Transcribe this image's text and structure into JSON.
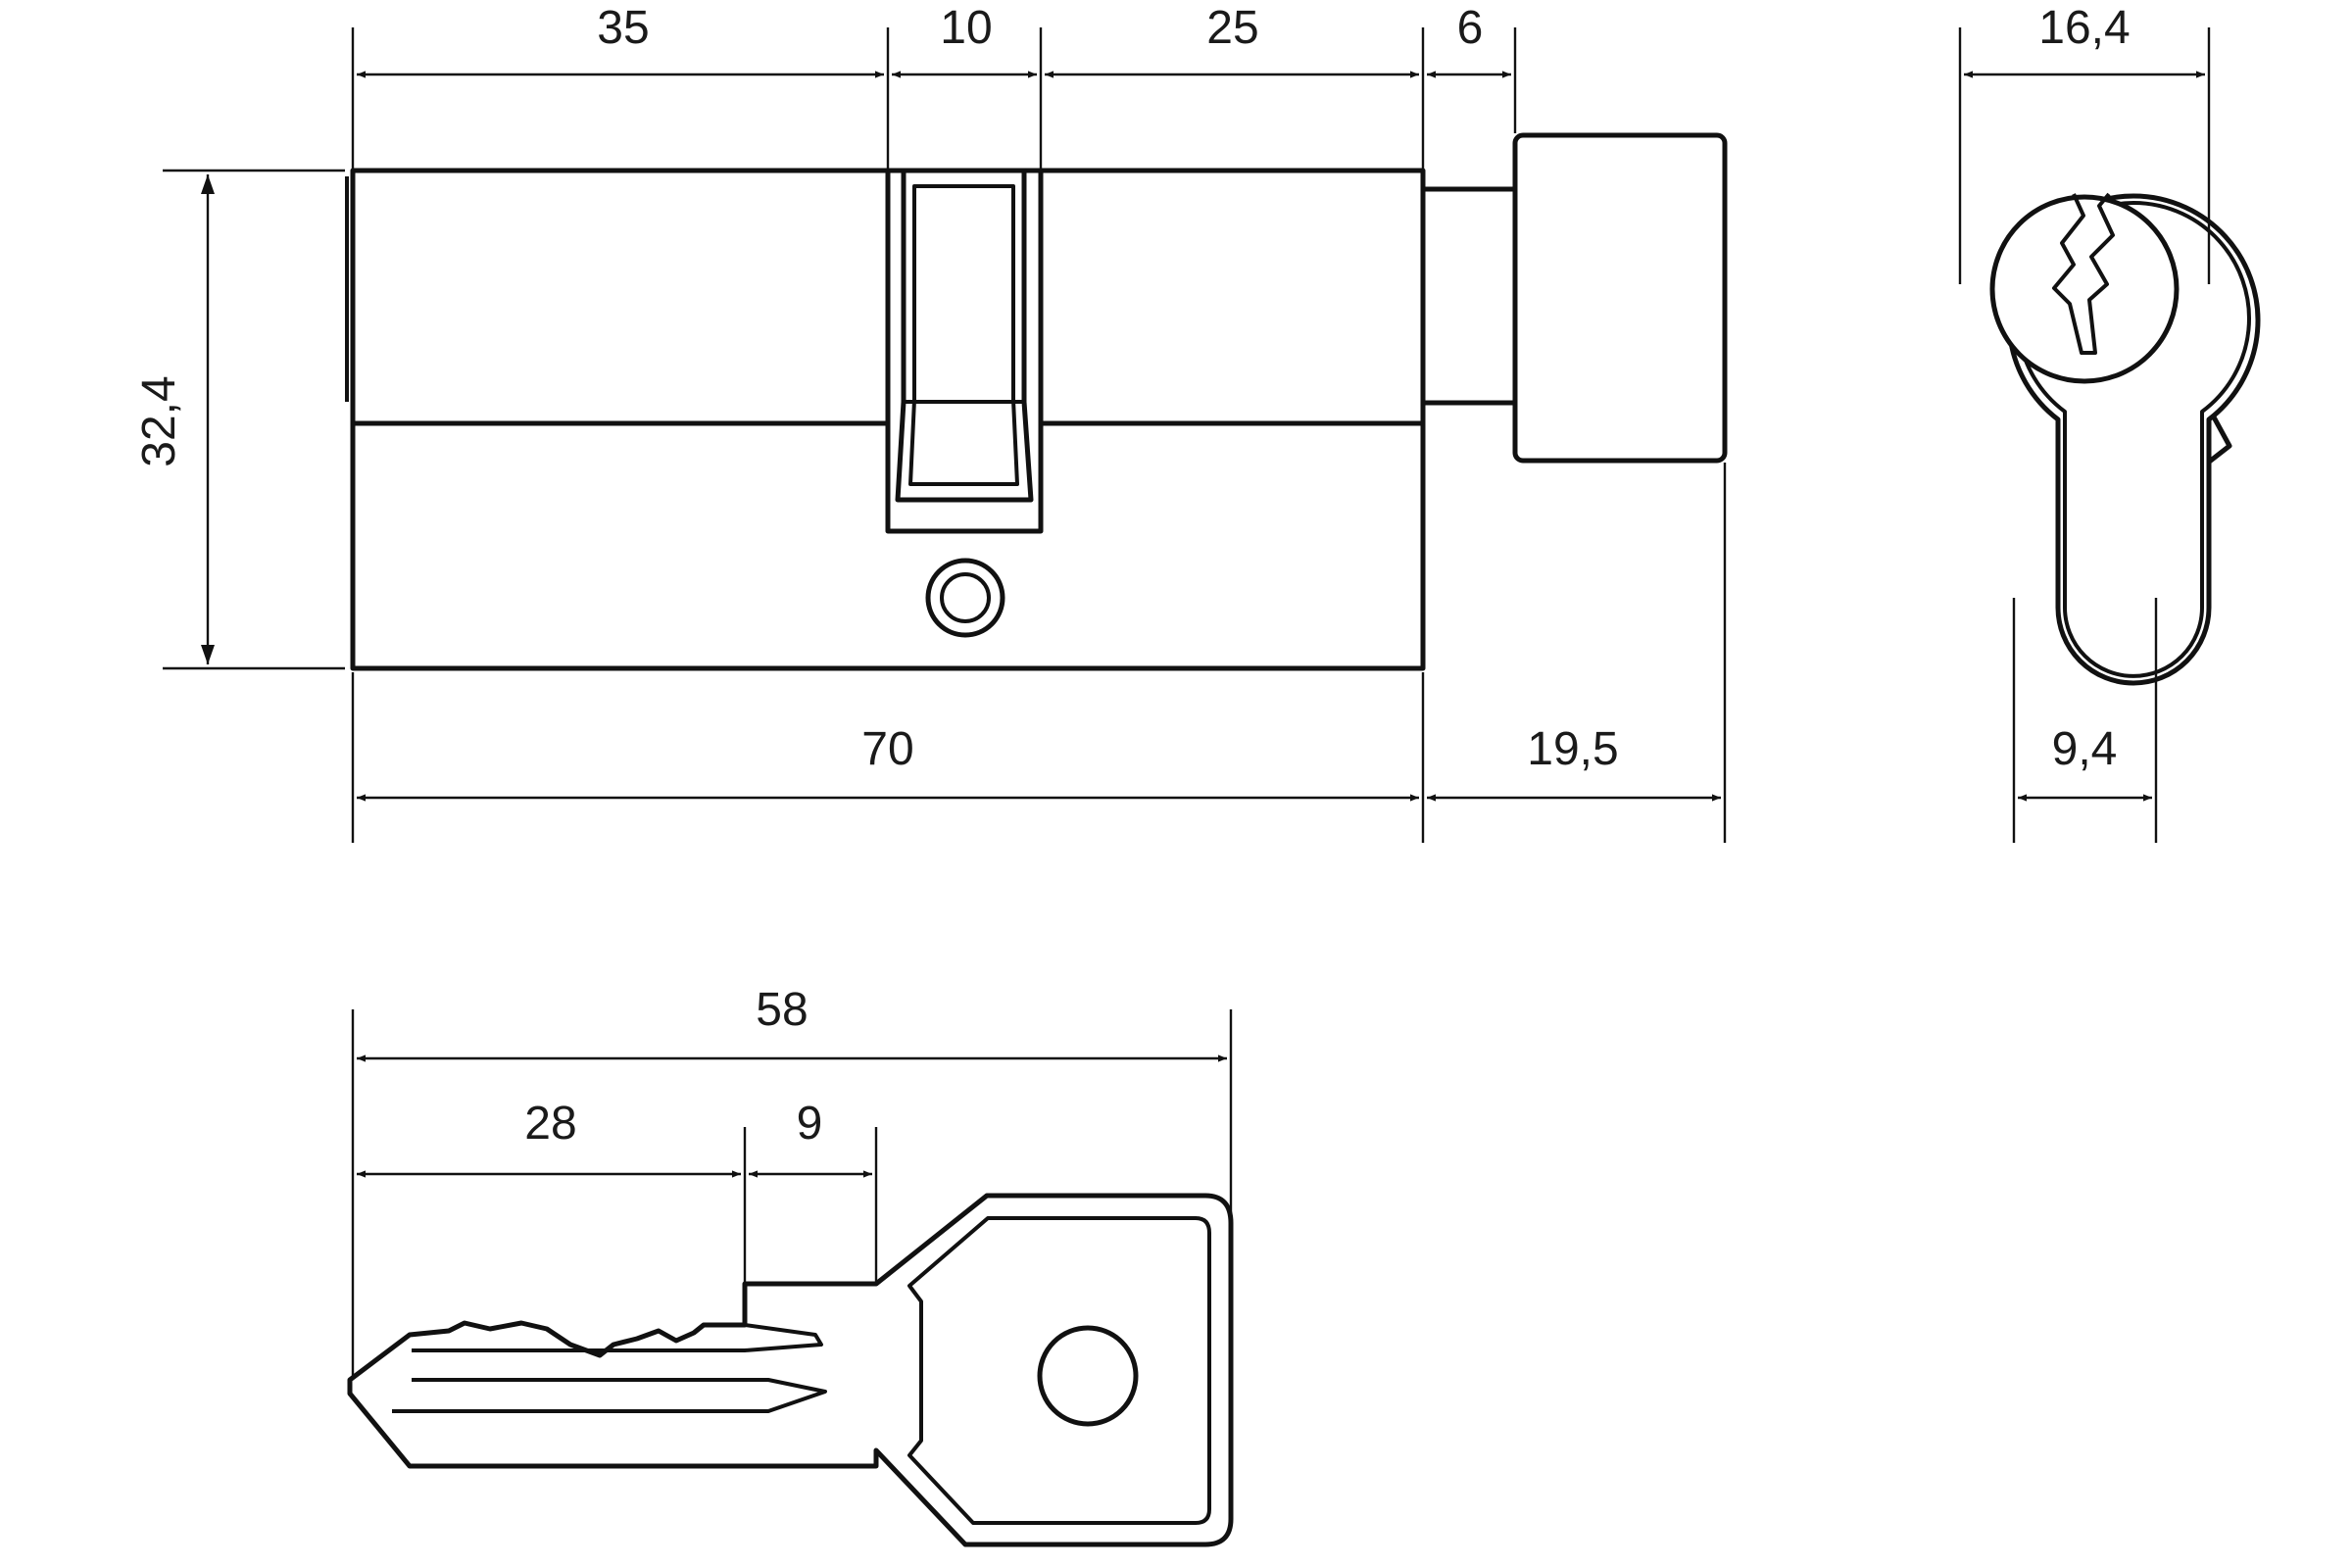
{
  "drawing": {
    "line_color": "#111111",
    "background": "#ffffff",
    "dimensions": {
      "cylinder_left_length": "35",
      "cam_width": "10",
      "cylinder_right_length": "25",
      "knob_gap": "6",
      "cylinder_height": "32,4",
      "cylinder_total_length": "70",
      "knob_length": "19,5",
      "profile_width": "16,4",
      "profile_bottom_width": "9,4",
      "key_total_length": "58",
      "key_blade_length": "28",
      "key_shoulder_length": "9"
    }
  }
}
